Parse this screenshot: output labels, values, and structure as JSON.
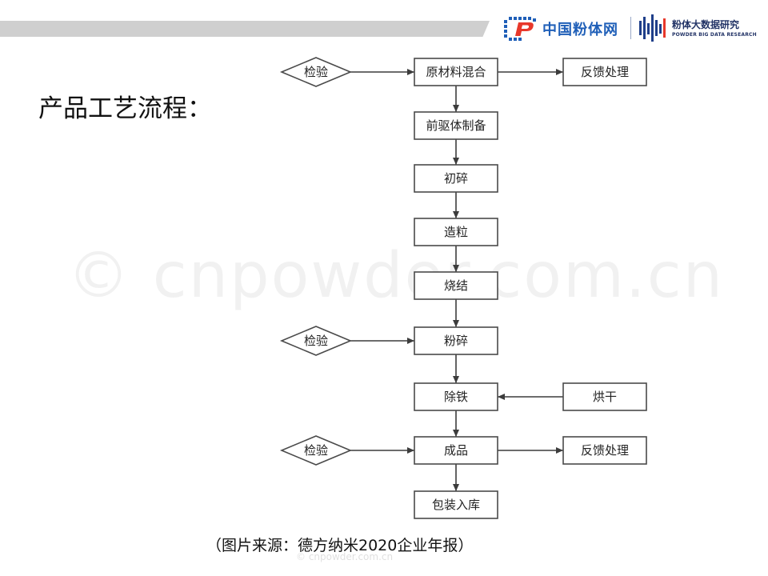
{
  "header": {
    "logo_cp_text": "中国粉体网",
    "logo_pb_title": "粉体大数据研究",
    "logo_pb_subtitle": "POWDER BIG DATA RESEARCH"
  },
  "page_title": "产品工艺流程：",
  "watermark": "© cnpowder.com.cn",
  "caption": "（图片来源：德方纳米2020企业年报）",
  "caption_watermark": "© cnpowder.com.cn",
  "colors": {
    "box_stroke": "#4a4a4a",
    "box_fill": "#ffffff",
    "arrow": "#3c3c3c",
    "text": "#222222",
    "brand_blue": "#1f5fb8"
  },
  "flowchart": {
    "main_steps": [
      {
        "id": "raw-material-mixing",
        "label": "原材料混合"
      },
      {
        "id": "precursor-prep",
        "label": "前驱体制备"
      },
      {
        "id": "coarse-crushing",
        "label": "初碎"
      },
      {
        "id": "granulation",
        "label": "造粒"
      },
      {
        "id": "sintering",
        "label": "烧结"
      },
      {
        "id": "pulverizing",
        "label": "粉碎"
      },
      {
        "id": "iron-removal",
        "label": "除铁"
      },
      {
        "id": "finished-product",
        "label": "成品"
      },
      {
        "id": "packaging-storage",
        "label": "包装入库"
      }
    ],
    "inspections": [
      {
        "label": "检验",
        "target": 0
      },
      {
        "label": "检验",
        "target": 5
      },
      {
        "label": "检验",
        "target": 7
      }
    ],
    "outputs": [
      {
        "label": "反馈处理",
        "source": 0
      },
      {
        "label": "反馈处理",
        "source": 7
      }
    ],
    "inputs": [
      {
        "label": "烘干",
        "target": 6
      }
    ]
  }
}
